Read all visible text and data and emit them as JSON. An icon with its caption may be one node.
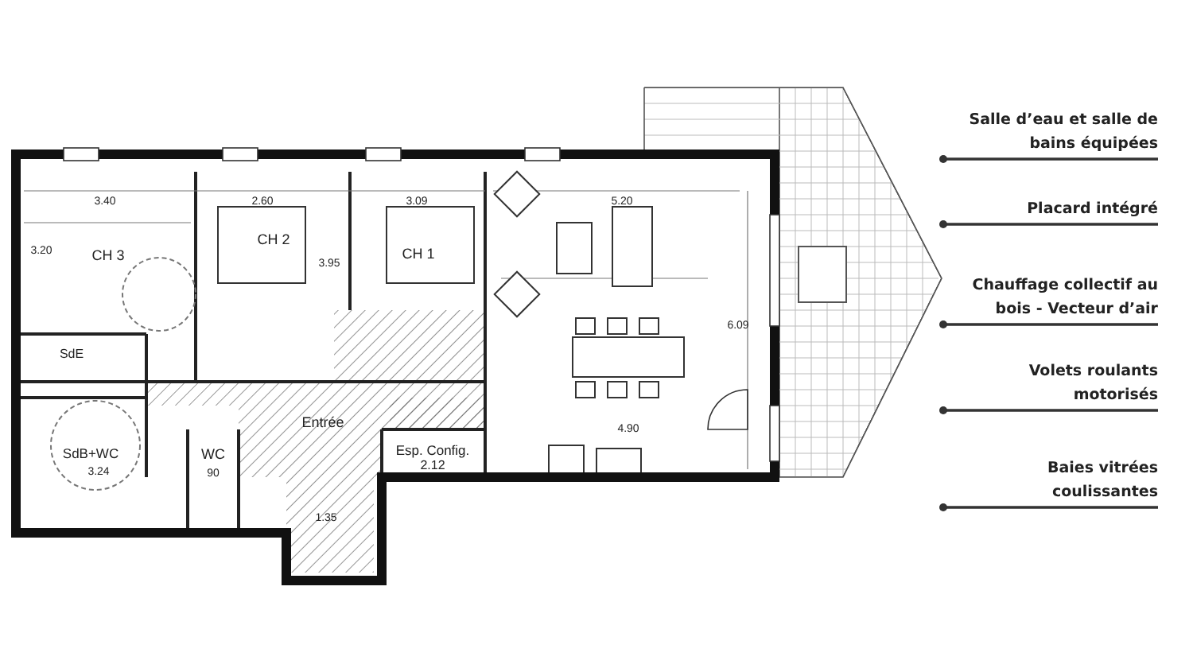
{
  "diagram": {
    "labels": [
      "3.40",
      "2.60",
      "3.09",
      "5.20",
      "CH 3",
      "3.20",
      "CH 2",
      "3.95",
      "CH 1",
      "6.09",
      "SdE",
      "Entrée",
      "SdB+WC",
      "3.24",
      "WC",
      "90",
      "Esp. Config.",
      "2.12",
      "4.90",
      "1.35",
      "Salle d’eau et salle de bains équipées",
      "Placard intégré",
      "Chauffage collectif au bois - Vecteur d’air",
      "Volets roulants motorisés",
      "Baies vitrées coulissantes"
    ]
  }
}
